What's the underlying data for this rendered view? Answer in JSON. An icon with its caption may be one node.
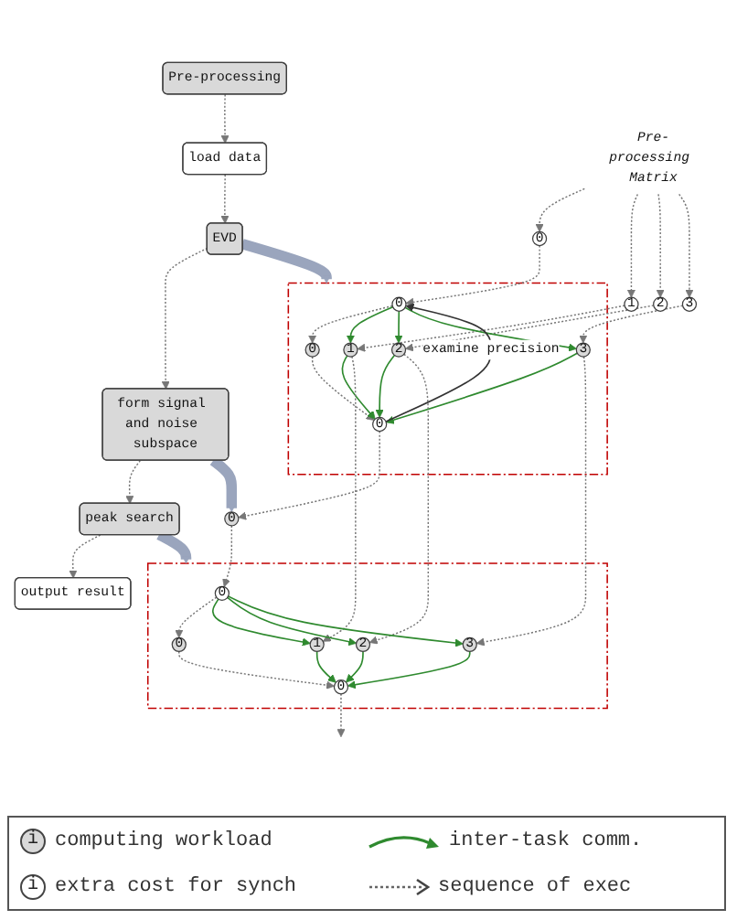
{
  "diagram": {
    "nodes": [
      {
        "text": [
          "Pre-processing"
        ]
      },
      {
        "text": [
          "load data"
        ]
      },
      {
        "text": [
          "EVD"
        ]
      },
      {
        "text": [
          "form signal and noise subspace"
        ]
      },
      {
        "text": [
          "peak search"
        ]
      },
      {
        "text": [
          "output result"
        ]
      },
      {
        "text": [
          "Pre-processing Matrix"
        ]
      },
      {
        "text": [
          "0"
        ]
      },
      {
        "text": [
          "1"
        ]
      },
      {
        "text": [
          "2"
        ]
      },
      {
        "text": [
          "3"
        ]
      },
      {
        "text": [],
        "shape": "box"
      },
      {
        "text": [
          "0"
        ],
        "in": 11
      },
      {
        "text": [
          "0"
        ],
        "in": 11
      },
      {
        "text": [
          "1"
        ],
        "in": 11
      },
      {
        "text": [
          "2"
        ],
        "in": 11
      },
      {
        "text": [
          "3"
        ],
        "in": 11
      },
      {
        "text": [
          "0"
        ],
        "in": 11
      },
      {
        "text": [
          "0"
        ]
      },
      {
        "text": [],
        "shape": "box"
      },
      {
        "text": [
          "0"
        ],
        "in": 19
      },
      {
        "text": [
          "0"
        ],
        "in": 19
      },
      {
        "text": [
          "1"
        ],
        "in": 19
      },
      {
        "text": [
          "2"
        ],
        "in": 19
      },
      {
        "text": [
          "3"
        ],
        "in": 19
      },
      {
        "text": [
          "0"
        ],
        "in": 19
      }
    ],
    "edges": [
      {
        "from": 0,
        "to": 1,
        "arrow": "to",
        "style": "dashed"
      },
      {
        "from": 1,
        "to": 2,
        "arrow": "to",
        "style": "dashed"
      },
      {
        "from": 2,
        "to": 3,
        "arrow": "to",
        "style": "dashed"
      },
      {
        "from": 3,
        "to": 4,
        "arrow": "to",
        "style": "dashed"
      },
      {
        "from": 4,
        "to": 5,
        "arrow": "to",
        "style": "dashed"
      },
      {
        "from": 2,
        "to": 11,
        "arrow": "to",
        "style": "thick",
        "color": "#9aa5bd"
      },
      {
        "from": 3,
        "to": 18,
        "arrow": "to",
        "style": "thick",
        "color": "#9aa5bd"
      },
      {
        "from": 4,
        "to": 19,
        "arrow": "to",
        "style": "thick",
        "color": "#9aa5bd"
      },
      {
        "from": 6,
        "to": 7,
        "arrow": "to",
        "style": "dashed"
      },
      {
        "from": 6,
        "to": 8,
        "arrow": "to",
        "style": "dashed"
      },
      {
        "from": 6,
        "to": 9,
        "arrow": "to",
        "style": "dashed"
      },
      {
        "from": 6,
        "to": 10,
        "arrow": "to",
        "style": "dashed"
      },
      {
        "from": 7,
        "to": 12,
        "arrow": "to",
        "style": "dashed"
      },
      {
        "from": 12,
        "to": 13,
        "arrow": "to",
        "style": "dashed"
      },
      {
        "from": 13,
        "to": 17,
        "arrow": "to",
        "style": "dashed"
      },
      {
        "from": 8,
        "to": 14,
        "arrow": "to",
        "style": "dashed"
      },
      {
        "from": 9,
        "to": 15,
        "arrow": "to",
        "style": "dashed"
      },
      {
        "from": 10,
        "to": 16,
        "arrow": "to",
        "style": "dashed"
      },
      {
        "from": 12,
        "to": 14,
        "arrow": "to",
        "color": "#2f8a2f"
      },
      {
        "from": 12,
        "to": 15,
        "arrow": "to",
        "color": "#2f8a2f"
      },
      {
        "from": 12,
        "to": 16,
        "arrow": "to",
        "color": "#2f8a2f"
      },
      {
        "from": 14,
        "to": 17,
        "arrow": "to",
        "color": "#2f8a2f"
      },
      {
        "from": 15,
        "to": 17,
        "arrow": "to",
        "color": "#2f8a2f"
      },
      {
        "from": 16,
        "to": 17,
        "arrow": "to",
        "color": "#2f8a2f"
      },
      {
        "from": 17,
        "to": 12,
        "arrow": "to",
        "label": "examine precision",
        "color": "#333333"
      },
      {
        "from": 17,
        "to": 18,
        "arrow": "to",
        "style": "dashed"
      },
      {
        "from": 18,
        "to": 20,
        "arrow": "to",
        "style": "dashed"
      },
      {
        "from": 14,
        "to": 22,
        "arrow": "to",
        "style": "dashed"
      },
      {
        "from": 15,
        "to": 23,
        "arrow": "to",
        "style": "dashed"
      },
      {
        "from": 16,
        "to": 24,
        "arrow": "to",
        "style": "dashed"
      },
      {
        "from": 20,
        "to": 21,
        "arrow": "to",
        "style": "dashed"
      },
      {
        "from": 21,
        "to": 25,
        "arrow": "to",
        "style": "dashed"
      },
      {
        "from": 20,
        "to": 22,
        "arrow": "to",
        "color": "#2f8a2f"
      },
      {
        "from": 20,
        "to": 23,
        "arrow": "to",
        "color": "#2f8a2f"
      },
      {
        "from": 20,
        "to": 24,
        "arrow": "to",
        "color": "#2f8a2f"
      },
      {
        "from": 22,
        "to": 25,
        "arrow": "to",
        "color": "#2f8a2f"
      },
      {
        "from": 23,
        "to": 25,
        "arrow": "to",
        "color": "#2f8a2f"
      },
      {
        "from": 24,
        "to": 25,
        "arrow": "to",
        "color": "#2f8a2f"
      },
      {
        "from": 25,
        "to": null,
        "arrow": "to",
        "style": "dashed"
      }
    ],
    "labels": [
      "i",
      "i"
    ],
    "legend": [
      {
        "text": "computing workload",
        "color": "#d9d9d9"
      },
      {
        "text": "inter-task comm."
      },
      {
        "text": "extra cost for synch",
        "color": "#ffffff"
      },
      {
        "text": "sequence of exec"
      }
    ]
  }
}
